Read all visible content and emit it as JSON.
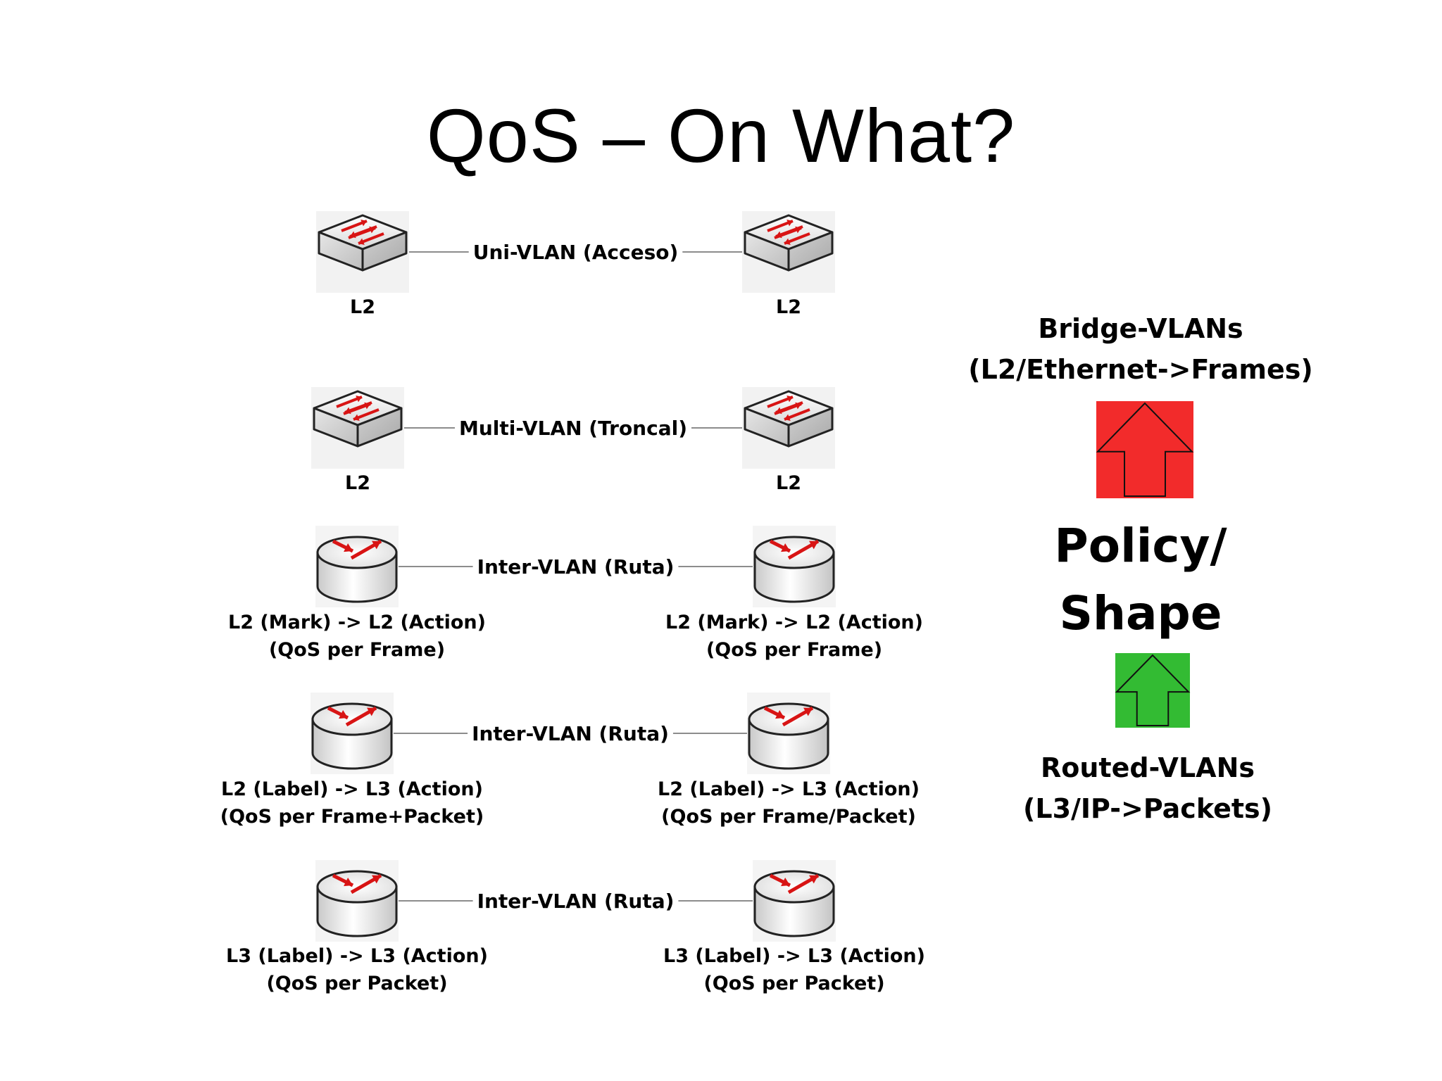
{
  "title": "QoS – On What?",
  "rows": [
    {
      "kind": "switch",
      "link_label": "Uni-VLAN (Acceso)",
      "left_label": [
        "L2"
      ],
      "right_label": [
        "L2"
      ]
    },
    {
      "kind": "switch",
      "link_label": "Multi-VLAN (Troncal)",
      "left_label": [
        "L2"
      ],
      "right_label": [
        "L2"
      ]
    },
    {
      "kind": "router",
      "link_label": "Inter-VLAN (Ruta)",
      "left_label": [
        "L2 (Mark) -> L2 (Action)",
        "(QoS per Frame)"
      ],
      "right_label": [
        "L2 (Mark) -> L2 (Action)",
        "(QoS per Frame)"
      ]
    },
    {
      "kind": "router",
      "link_label": "Inter-VLAN (Ruta)",
      "left_label": [
        "L2 (Label) -> L3 (Action)",
        "(QoS per Frame+Packet)"
      ],
      "right_label": [
        "L2 (Label) -> L3 (Action)",
        "(QoS per Frame/Packet)"
      ]
    },
    {
      "kind": "router",
      "link_label": "Inter-VLAN (Ruta)",
      "left_label": [
        "L3 (Label) -> L3 (Action)",
        "(QoS per Packet)"
      ],
      "right_label": [
        "L3 (Label) -> L3 (Action)",
        "(QoS per Packet)"
      ]
    }
  ],
  "side": {
    "bridge": {
      "line1": "Bridge-VLANs",
      "line2": "(L2/Ethernet->Frames)",
      "arrow_color": "#f22b2b"
    },
    "policy": {
      "line1": "Policy/",
      "line2": "Shape"
    },
    "routed": {
      "line1": "Routed-VLANs",
      "line2": "(L3/IP->Packets)",
      "arrow_color": "#33bb33"
    }
  },
  "colors": {
    "device_arrow": "#d81414",
    "device_body": "#eeeeee",
    "link_line": "#666666"
  }
}
